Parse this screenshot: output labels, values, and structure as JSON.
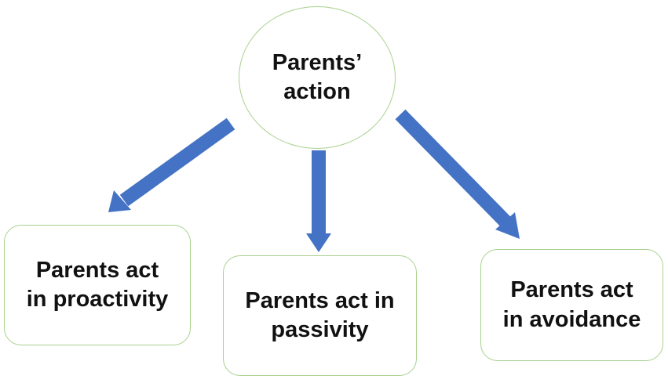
{
  "diagram": {
    "root": {
      "label": "Parents’\naction"
    },
    "children": [
      {
        "id": "left",
        "label": "Parents act\nin proactivity"
      },
      {
        "id": "middle",
        "label": "Parents act in\npassivity"
      },
      {
        "id": "right",
        "label": "Parents act\nin avoidance"
      }
    ],
    "colors": {
      "arrow": "#4472c4",
      "border": "#a9d18e",
      "text": "#111111"
    }
  }
}
